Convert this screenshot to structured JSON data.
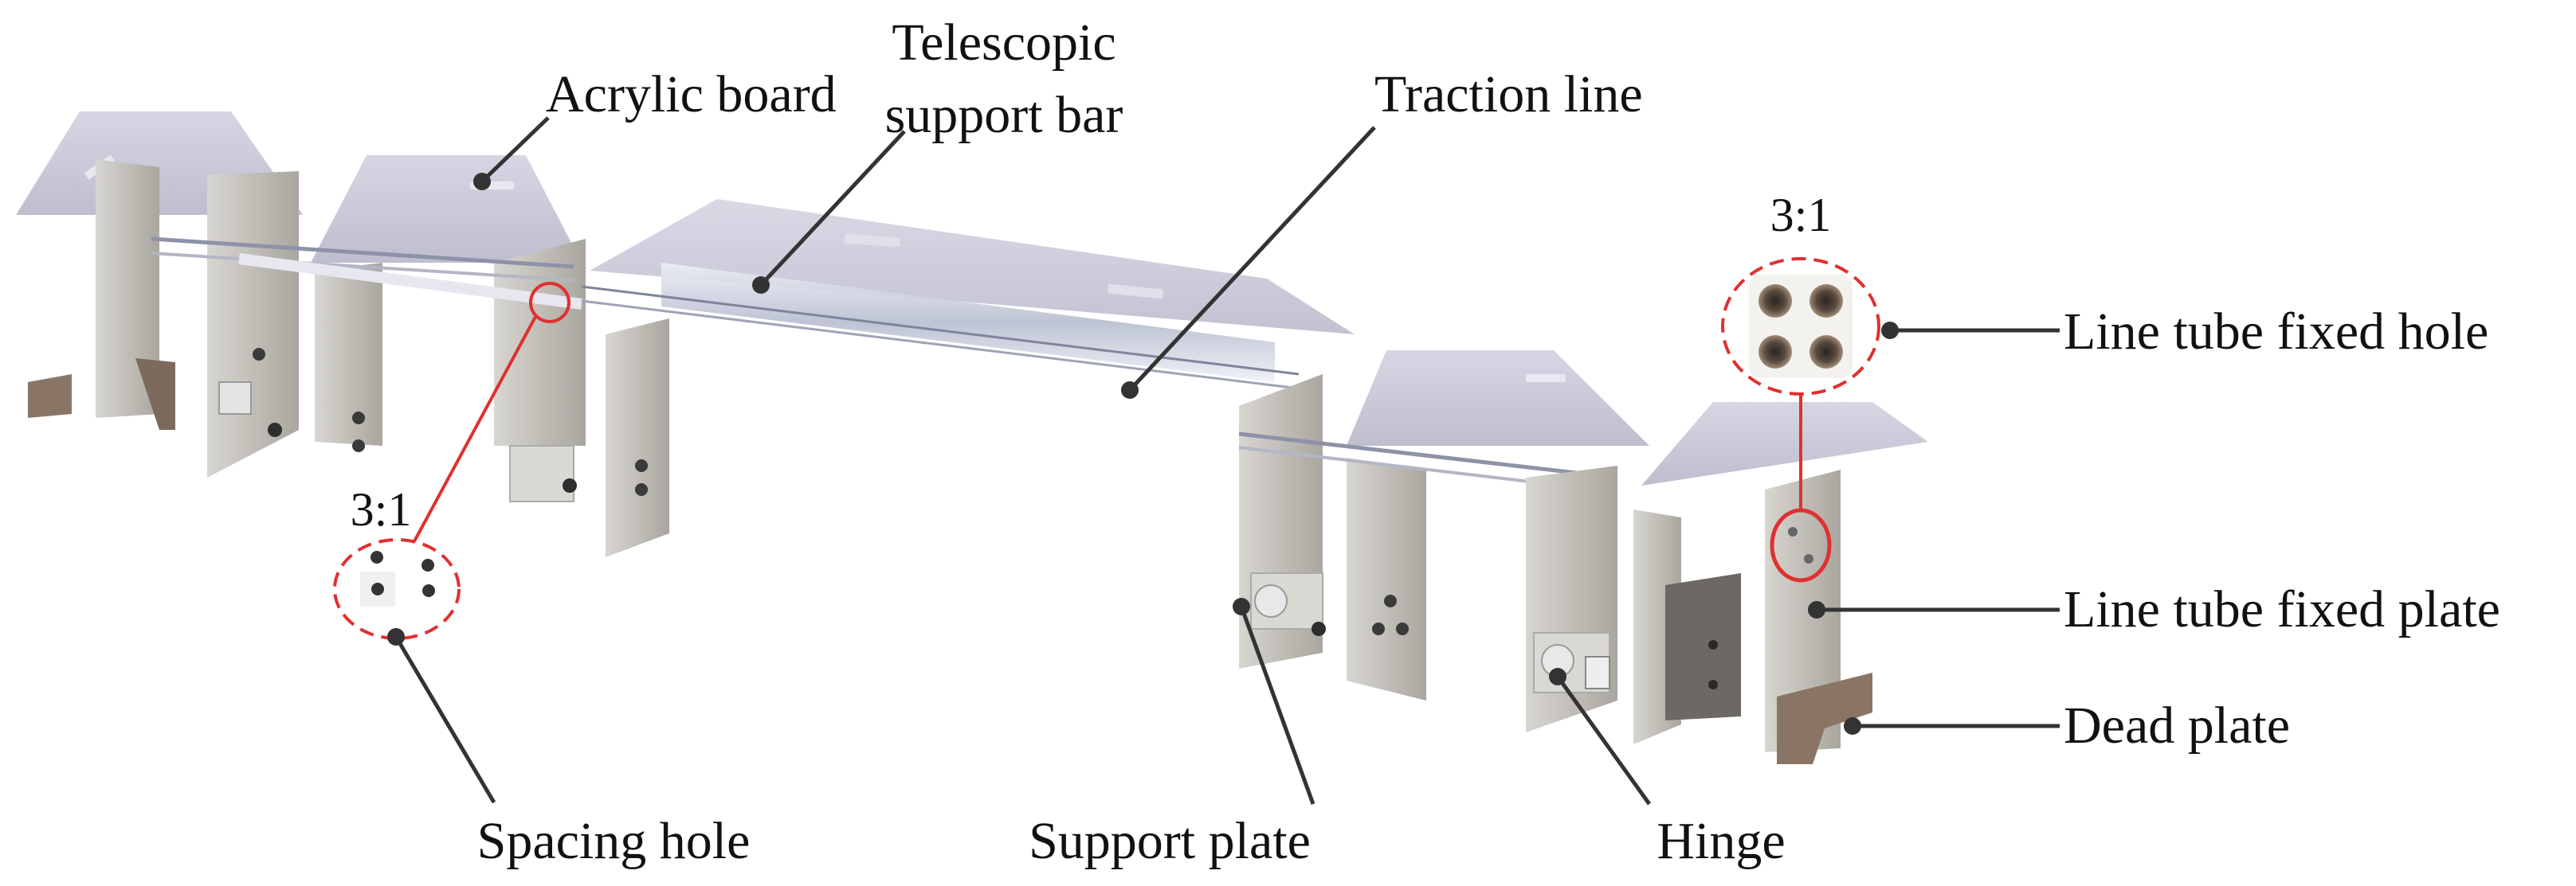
{
  "labels": {
    "acrylic_board": "Acrylic board",
    "telescopic_support_bar_line1": "Telescopic",
    "telescopic_support_bar_line2": "support bar",
    "traction_line": "Traction line",
    "line_tube_fixed_hole": "Line tube fixed hole",
    "line_tube_fixed_plate": "Line tube fixed plate",
    "dead_plate": "Dead plate",
    "spacing_hole": "Spacing hole",
    "support_plate": "Support plate",
    "hinge": "Hinge",
    "scale_left": "3:1",
    "scale_right": "3:1"
  },
  "colors": {
    "acrylic": "#b9b8cc",
    "plate": "#c4c2bc",
    "plate_dark": "#8f8b84",
    "dead_plate": "#8a7565",
    "leader": "#333333",
    "callout": "#e03030",
    "dot": "#333333"
  }
}
